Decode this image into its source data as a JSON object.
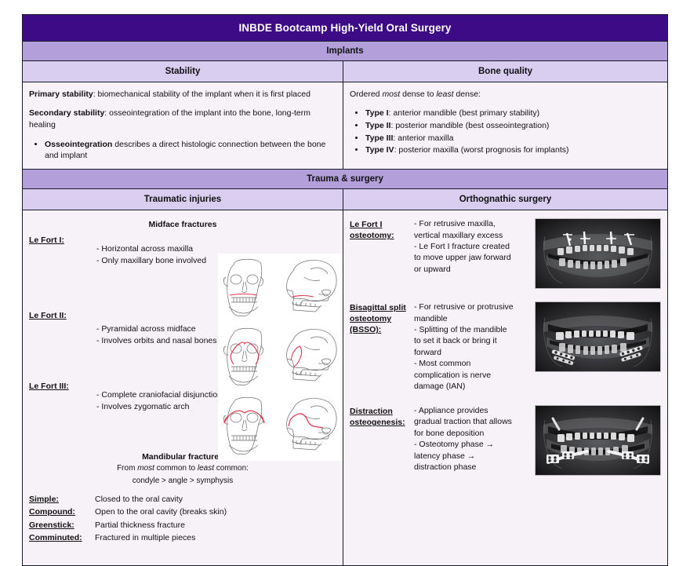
{
  "document": {
    "title": "INBDE Bootcamp High-Yield Oral Surgery",
    "colors": {
      "title_bar": "#3d0b86",
      "section_bar": "#b3a0db",
      "column_header": "#d9cdf0",
      "body": "#f7f2f7",
      "border": "#1a1a2e",
      "fracture_line": "#e0354a"
    }
  },
  "implants": {
    "section_label": "Implants",
    "columns": {
      "stability": "Stability",
      "bone_quality": "Bone quality"
    },
    "stability": {
      "primary_term": "Primary stability",
      "primary_text": ": biomechanical stability of the implant when it is first placed",
      "secondary_term": "Secondary stability",
      "secondary_text": ": osseointegration of the implant into the bone, long-term healing",
      "bullet_term": "Osseointegration",
      "bullet_text": " describes a direct histologic connection between the bone and implant"
    },
    "bone_quality": {
      "intro_pre": "Ordered ",
      "intro_em1": "most",
      "intro_mid": " dense to ",
      "intro_em2": "least",
      "intro_post": " dense:",
      "types": [
        {
          "term": "Type I",
          "text": ": anterior mandible (best primary stability)"
        },
        {
          "term": "Type II",
          "text": ": posterior mandible (best osseointegration)"
        },
        {
          "term": "Type III",
          "text": ": anterior maxilla"
        },
        {
          "term": "Type IV",
          "text": ": posterior maxilla (worst prognosis for implants)"
        }
      ]
    }
  },
  "trauma": {
    "section_label": "Trauma & surgery",
    "columns": {
      "traumatic_injuries": "Traumatic injuries",
      "orthognathic_surgery": "Orthognathic surgery"
    },
    "midface": {
      "heading": "Midface fractures",
      "le_fort": [
        {
          "label": "Le Fort I:",
          "desc": "- Horizontal across maxilla\n- Only maxillary bone involved",
          "figure": "le-fort-1-skull-diagram"
        },
        {
          "label": "Le Fort II:",
          "desc": "- Pyramidal across midface\n- Involves orbits and nasal bones",
          "figure": "le-fort-2-skull-diagram"
        },
        {
          "label": "Le Fort III:",
          "desc": "- Complete craniofacial disjunction\n- Involves zygomatic arch",
          "figure": "le-fort-3-skull-diagram"
        }
      ]
    },
    "mandibular": {
      "heading": "Mandibular fractures",
      "sub_pre": "From ",
      "sub_em1": "most",
      "sub_mid": " common to ",
      "sub_em2": "least",
      "sub_post": " common:",
      "order": "condyle > angle > symphysis",
      "types": [
        {
          "term": "Simple:",
          "def": "Closed to the oral cavity"
        },
        {
          "term": "Compound:",
          "def": "Open to the oral cavity (breaks skin)"
        },
        {
          "term": "Greenstick:",
          "def": "Partial thickness fracture"
        },
        {
          "term": "Comminuted:",
          "def": "Fractured in multiple pieces"
        }
      ]
    },
    "orthognathic": [
      {
        "label": "Le Fort I osteotomy:",
        "desc": "- For retrusive maxilla, vertical maxillary excess\n- Le Fort I fracture created to move upper jaw forward or upward",
        "figure": "panoramic-radiograph-maxillary-plates"
      },
      {
        "label": "Bisagittal split osteotomy (BSSO):",
        "desc": "- For retrusive or protrusive mandible\n- Splitting of the mandible to set it back or bring it forward\n- Most common complication is nerve damage (IAN)",
        "figure": "panoramic-radiograph-mandibular-plates"
      },
      {
        "label": "Distraction osteogenesis:",
        "desc": "- Appliance provides gradual traction that allows for bone deposition\n- Osteotomy phase → latency phase → distraction phase",
        "figure": "panoramic-radiograph-distractor-appliances"
      }
    ]
  }
}
